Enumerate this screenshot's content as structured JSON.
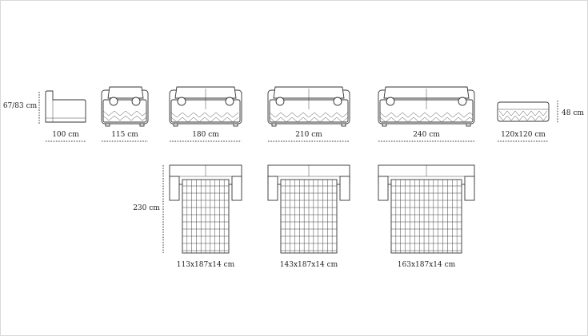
{
  "labels": {
    "height": "67/83 cm",
    "depth": "100 cm",
    "w115": "115 cm",
    "w180": "180 cm",
    "w210": "210 cm",
    "w240": "240 cm",
    "pouf": "120x120 cm",
    "pouf_height": "48 cm",
    "bed_length": "230 cm",
    "bed1": "113x187x14 cm",
    "bed2": "143x187x14 cm",
    "bed3": "163x187x14 cm"
  },
  "colors": {
    "line": "#333333",
    "frame": "#d9d9d9"
  }
}
